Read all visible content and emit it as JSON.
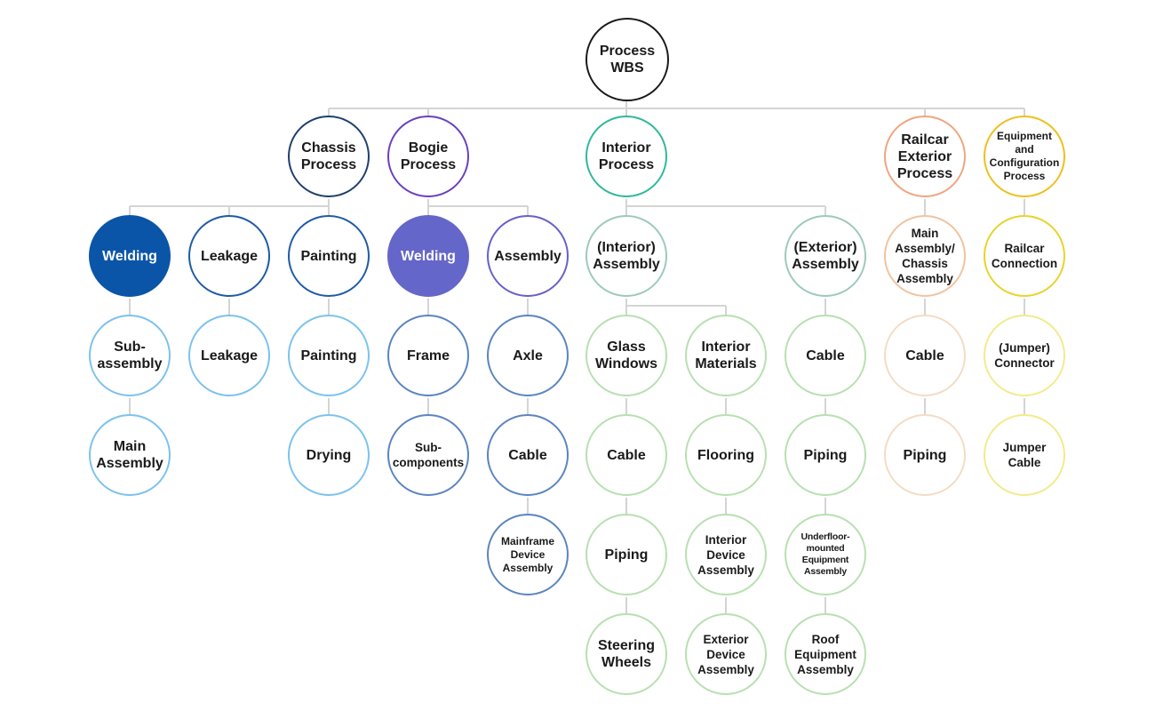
{
  "colors": {
    "root": "#1a1a1a",
    "chassis_dark": "#1e3f6e",
    "chassis_mid": "#1f5aa6",
    "chassis_light": "#7cc2ee",
    "chassis_fill": "#0b55a8",
    "bogie_dark": "#6a3fc0",
    "bogie_mid": "#6660c8",
    "bogie_light": "#5c84c0",
    "bogie_fill": "#6566c9",
    "interior_dark": "#2fb89a",
    "interior_mid": "#9dcab8",
    "interior_light": "#b7e0b0",
    "exterior_dark": "#f0a57f",
    "exterior_mid": "#efc49f",
    "exterior_light": "#f3dcc3",
    "equip_dark": "#edc01d",
    "equip_mid": "#ead22a",
    "equip_light": "#f2eb8a",
    "connector": "#d4d4d4"
  },
  "nodes": [
    {
      "id": "root",
      "label": "Process\nWBS",
      "icon": "circle-node"
    },
    {
      "id": "chassis",
      "label": "Chassis\nProcess"
    },
    {
      "id": "bogie",
      "label": "Bogie\nProcess"
    },
    {
      "id": "interior",
      "label": "Interior\nProcess"
    },
    {
      "id": "railcar_ext",
      "label": "Railcar\nExterior\nProcess"
    },
    {
      "id": "equip",
      "label": "Equipment\nand\nConfiguration\nProcess"
    },
    {
      "id": "ch_welding",
      "label": "Welding"
    },
    {
      "id": "ch_leakage",
      "label": "Leakage"
    },
    {
      "id": "ch_painting",
      "label": "Painting"
    },
    {
      "id": "bg_welding",
      "label": "Welding"
    },
    {
      "id": "bg_assembly",
      "label": "Assembly"
    },
    {
      "id": "in_interior_asm",
      "label": "(Interior)\nAssembly"
    },
    {
      "id": "in_exterior_asm",
      "label": "(Exterior)\nAssembly"
    },
    {
      "id": "re_main",
      "label": "Main\nAssembly/\nChassis\nAssembly"
    },
    {
      "id": "eq_railcar",
      "label": "Railcar\nConnection"
    },
    {
      "id": "ch_subassembly",
      "label": "Sub-\nassembly"
    },
    {
      "id": "ch_leakage2",
      "label": "Leakage"
    },
    {
      "id": "ch_painting2",
      "label": "Painting"
    },
    {
      "id": "bg_frame",
      "label": "Frame"
    },
    {
      "id": "bg_axle",
      "label": "Axle"
    },
    {
      "id": "in_glass",
      "label": "Glass\nWindows"
    },
    {
      "id": "in_materials",
      "label": "Interior\nMaterials"
    },
    {
      "id": "ex_cable",
      "label": "Cable"
    },
    {
      "id": "re_cable",
      "label": "Cable"
    },
    {
      "id": "eq_jumper_conn",
      "label": "(Jumper)\nConnector"
    },
    {
      "id": "ch_main_asm",
      "label": "Main\nAssembly"
    },
    {
      "id": "ch_drying",
      "label": "Drying"
    },
    {
      "id": "bg_subcomponents",
      "label": "Sub-\ncomponents"
    },
    {
      "id": "bg_cable",
      "label": "Cable"
    },
    {
      "id": "in_cable",
      "label": "Cable"
    },
    {
      "id": "in_flooring",
      "label": "Flooring"
    },
    {
      "id": "ex_piping",
      "label": "Piping"
    },
    {
      "id": "re_piping",
      "label": "Piping"
    },
    {
      "id": "eq_jumper_cable",
      "label": "Jumper\nCable"
    },
    {
      "id": "bg_mainframe",
      "label": "Mainframe\nDevice\nAssembly"
    },
    {
      "id": "in_piping",
      "label": "Piping"
    },
    {
      "id": "in_int_device",
      "label": "Interior\nDevice\nAssembly"
    },
    {
      "id": "ex_underfloor",
      "label": "Underfloor-\nmounted\nEquipment\nAssembly"
    },
    {
      "id": "in_steering",
      "label": "Steering\nWheels"
    },
    {
      "id": "in_ext_device",
      "label": "Exterior\nDevice\nAssembly"
    },
    {
      "id": "ex_roof",
      "label": "Roof\nEquipment\nAssembly"
    }
  ]
}
